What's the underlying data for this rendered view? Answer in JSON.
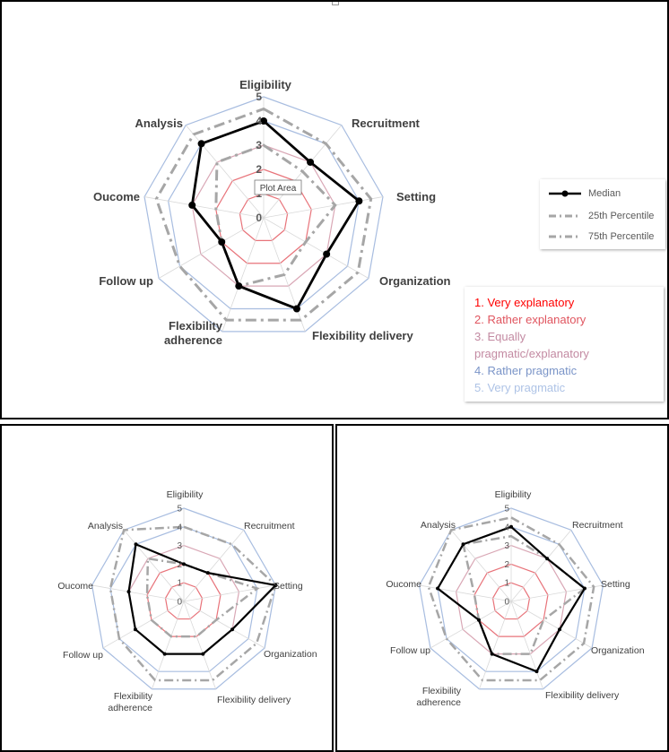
{
  "legend": {
    "series": [
      {
        "label": "Median"
      },
      {
        "label": "25th Percentile"
      },
      {
        "label": "75th Percentile"
      }
    ],
    "scale": [
      {
        "label": "1. Very explanatory",
        "color": "#ff0000"
      },
      {
        "label": "2. Rather explanatory",
        "color": "#e0555f"
      },
      {
        "label": "3. Equally pragmatic/explanatory",
        "color": "#c38aa2"
      },
      {
        "label": "4. Rather pragmatic",
        "color": "#7b95c8"
      },
      {
        "label": "5. Very pragmatic",
        "color": "#aec3e6"
      }
    ]
  },
  "tooltip": {
    "label": "Plot Area"
  },
  "colors": {
    "ring_red": "#e8737a",
    "ring_pink": "#d9a7b5",
    "ring_blue": "#a8bde0",
    "median": "#000000",
    "percentile": "#a6a6a6"
  },
  "chart_data": [
    {
      "type": "radar",
      "categories": [
        "Eligibility",
        "Recruitment",
        "Setting",
        "Organization",
        "Flexibility delivery",
        "Flexibility adherence",
        "Follow up",
        "Oucome",
        "Analysis"
      ],
      "scale_ticks": [
        "0",
        "1",
        "2",
        "3",
        "4",
        "5"
      ],
      "rlim": [
        0,
        5
      ],
      "series": [
        {
          "name": "Median",
          "values": [
            4,
            3,
            4,
            3,
            4,
            3,
            2,
            3,
            4
          ]
        },
        {
          "name": "25th Percentile",
          "values": [
            3,
            2.5,
            3,
            2,
            2.5,
            3,
            2,
            2,
            3
          ]
        },
        {
          "name": "75th Percentile",
          "values": [
            4.5,
            4,
            4.5,
            4.5,
            4.5,
            4.5,
            4,
            4.5,
            4.5
          ]
        }
      ]
    },
    {
      "type": "radar",
      "categories": [
        "Eligibility",
        "Recruitment",
        "Setting",
        "Organization",
        "Flexibility delivery",
        "Flexibility adherence",
        "Follow up",
        "Oucome",
        "Analysis"
      ],
      "scale_ticks": [
        "0",
        "1",
        "2",
        "3",
        "4",
        "5"
      ],
      "rlim": [
        0,
        5
      ],
      "series": [
        {
          "name": "Median",
          "values": [
            2,
            2,
            5,
            3,
            3,
            3,
            3,
            3,
            4
          ]
        },
        {
          "name": "25th Percentile",
          "values": [
            2,
            2,
            4,
            2,
            2,
            2,
            2,
            2,
            3
          ]
        },
        {
          "name": "75th Percentile",
          "values": [
            4,
            4,
            5,
            4.5,
            4.5,
            4.5,
            4,
            4,
            5
          ]
        }
      ]
    },
    {
      "type": "radar",
      "categories": [
        "Eligibility",
        "Recruitment",
        "Setting",
        "Organization",
        "Flexibility delivery",
        "Flexibility adherence",
        "Follow up",
        "Oucome",
        "Analysis"
      ],
      "scale_ticks": [
        "0",
        "1",
        "2",
        "3",
        "4",
        "5"
      ],
      "rlim": [
        0,
        5
      ],
      "series": [
        {
          "name": "Median",
          "values": [
            4,
            3,
            4,
            3,
            4,
            3,
            2,
            4,
            4
          ]
        },
        {
          "name": "25th Percentile",
          "values": [
            3.5,
            3,
            4,
            2,
            3,
            3,
            2,
            2,
            4
          ]
        },
        {
          "name": "75th Percentile",
          "values": [
            4.5,
            4,
            4.5,
            4.5,
            4.5,
            4.5,
            4,
            4.5,
            5
          ]
        }
      ]
    }
  ]
}
